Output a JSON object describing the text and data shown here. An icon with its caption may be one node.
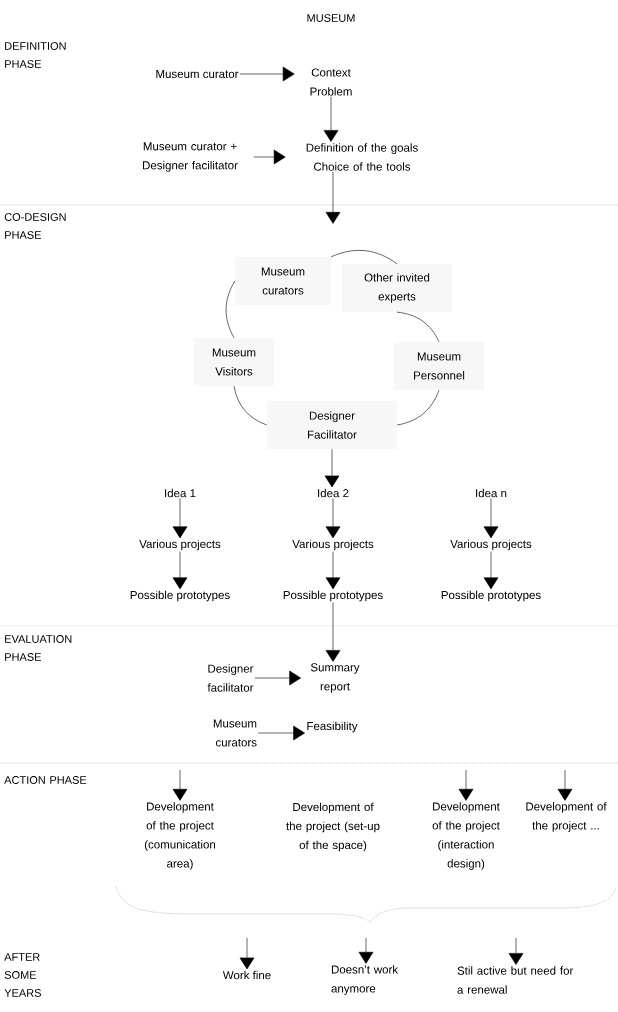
{
  "diagram": {
    "title": "MUSEUM",
    "nodes": [
      {
        "text": [
          "Museum curator"
        ]
      },
      {
        "text": [
          "Context Problem"
        ]
      },
      {
        "text": [
          "Museum curator + Designer facilitator"
        ]
      },
      {
        "text": [
          "Definition of the goals Choice of the tools"
        ]
      },
      {
        "text": [
          "Museum curators"
        ]
      },
      {
        "text": [
          "Other invited experts"
        ]
      },
      {
        "text": [
          "Museum Visitors"
        ]
      },
      {
        "text": [
          "Museum Personnel"
        ]
      },
      {
        "text": [
          "Designer Facilitator"
        ]
      },
      {
        "text": [
          "Idea 1"
        ]
      },
      {
        "text": [
          "Idea 2"
        ]
      },
      {
        "text": [
          "Idea n"
        ]
      },
      {
        "text": [
          "Various projects"
        ]
      },
      {
        "text": [
          "Various projects"
        ]
      },
      {
        "text": [
          "Various projects"
        ]
      },
      {
        "text": [
          "Possible prototypes"
        ]
      },
      {
        "text": [
          "Possible prototypes"
        ]
      },
      {
        "text": [
          "Possible prototypes"
        ]
      },
      {
        "text": [
          "Designer facilitator"
        ]
      },
      {
        "text": [
          "Summary report"
        ]
      },
      {
        "text": [
          "Museum curators"
        ]
      },
      {
        "text": [
          "Feasibility"
        ]
      },
      {
        "text": [
          "Development of the project (comunication area)"
        ]
      },
      {
        "text": [
          "Development of the project (set-up of the space)"
        ]
      },
      {
        "text": [
          "Development of the project (interaction design)"
        ]
      },
      {
        "text": [
          "Development of the project ..."
        ]
      },
      {
        "text": [
          "Work fine"
        ]
      },
      {
        "text": [
          "Doesn’t work anymore"
        ]
      },
      {
        "text": [
          "Stil active but need for a renewal"
        ]
      }
    ],
    "edges": [
      {
        "from": 0,
        "to": 1,
        "arrow": "to"
      },
      {
        "from": 1,
        "to": 3,
        "arrow": "to"
      },
      {
        "from": 2,
        "to": 3,
        "arrow": "to"
      },
      {
        "from": 3,
        "to": null,
        "arrow": "to"
      },
      {
        "from": 4,
        "to": 5,
        "arrow": "none"
      },
      {
        "from": 5,
        "to": 7,
        "arrow": "none"
      },
      {
        "from": 7,
        "to": 8,
        "arrow": "none"
      },
      {
        "from": 8,
        "to": 6,
        "arrow": "none"
      },
      {
        "from": 6,
        "to": 4,
        "arrow": "none"
      },
      {
        "from": 8,
        "to": 10,
        "arrow": "to"
      },
      {
        "from": 9,
        "to": 12,
        "arrow": "to"
      },
      {
        "from": 10,
        "to": 13,
        "arrow": "to"
      },
      {
        "from": 11,
        "to": 14,
        "arrow": "to"
      },
      {
        "from": 12,
        "to": 15,
        "arrow": "to"
      },
      {
        "from": 13,
        "to": 16,
        "arrow": "to"
      },
      {
        "from": 14,
        "to": 17,
        "arrow": "to"
      },
      {
        "from": 16,
        "to": 19,
        "arrow": "to"
      },
      {
        "from": 18,
        "to": 19,
        "arrow": "to"
      },
      {
        "from": 20,
        "to": 21,
        "arrow": "to"
      },
      {
        "from": null,
        "to": 22,
        "arrow": "to"
      },
      {
        "from": null,
        "to": 24,
        "arrow": "to"
      },
      {
        "from": null,
        "to": 25,
        "arrow": "to"
      },
      {
        "from": null,
        "to": 26,
        "arrow": "to"
      },
      {
        "from": null,
        "to": 27,
        "arrow": "to"
      },
      {
        "from": null,
        "to": 28,
        "arrow": "to"
      }
    ],
    "labels": [
      "DEFINITION PHASE",
      "CO-DESIGN PHASE",
      "EVALUATION PHASE",
      "ACTION PHASE",
      "AFTER SOME YEARS"
    ]
  }
}
